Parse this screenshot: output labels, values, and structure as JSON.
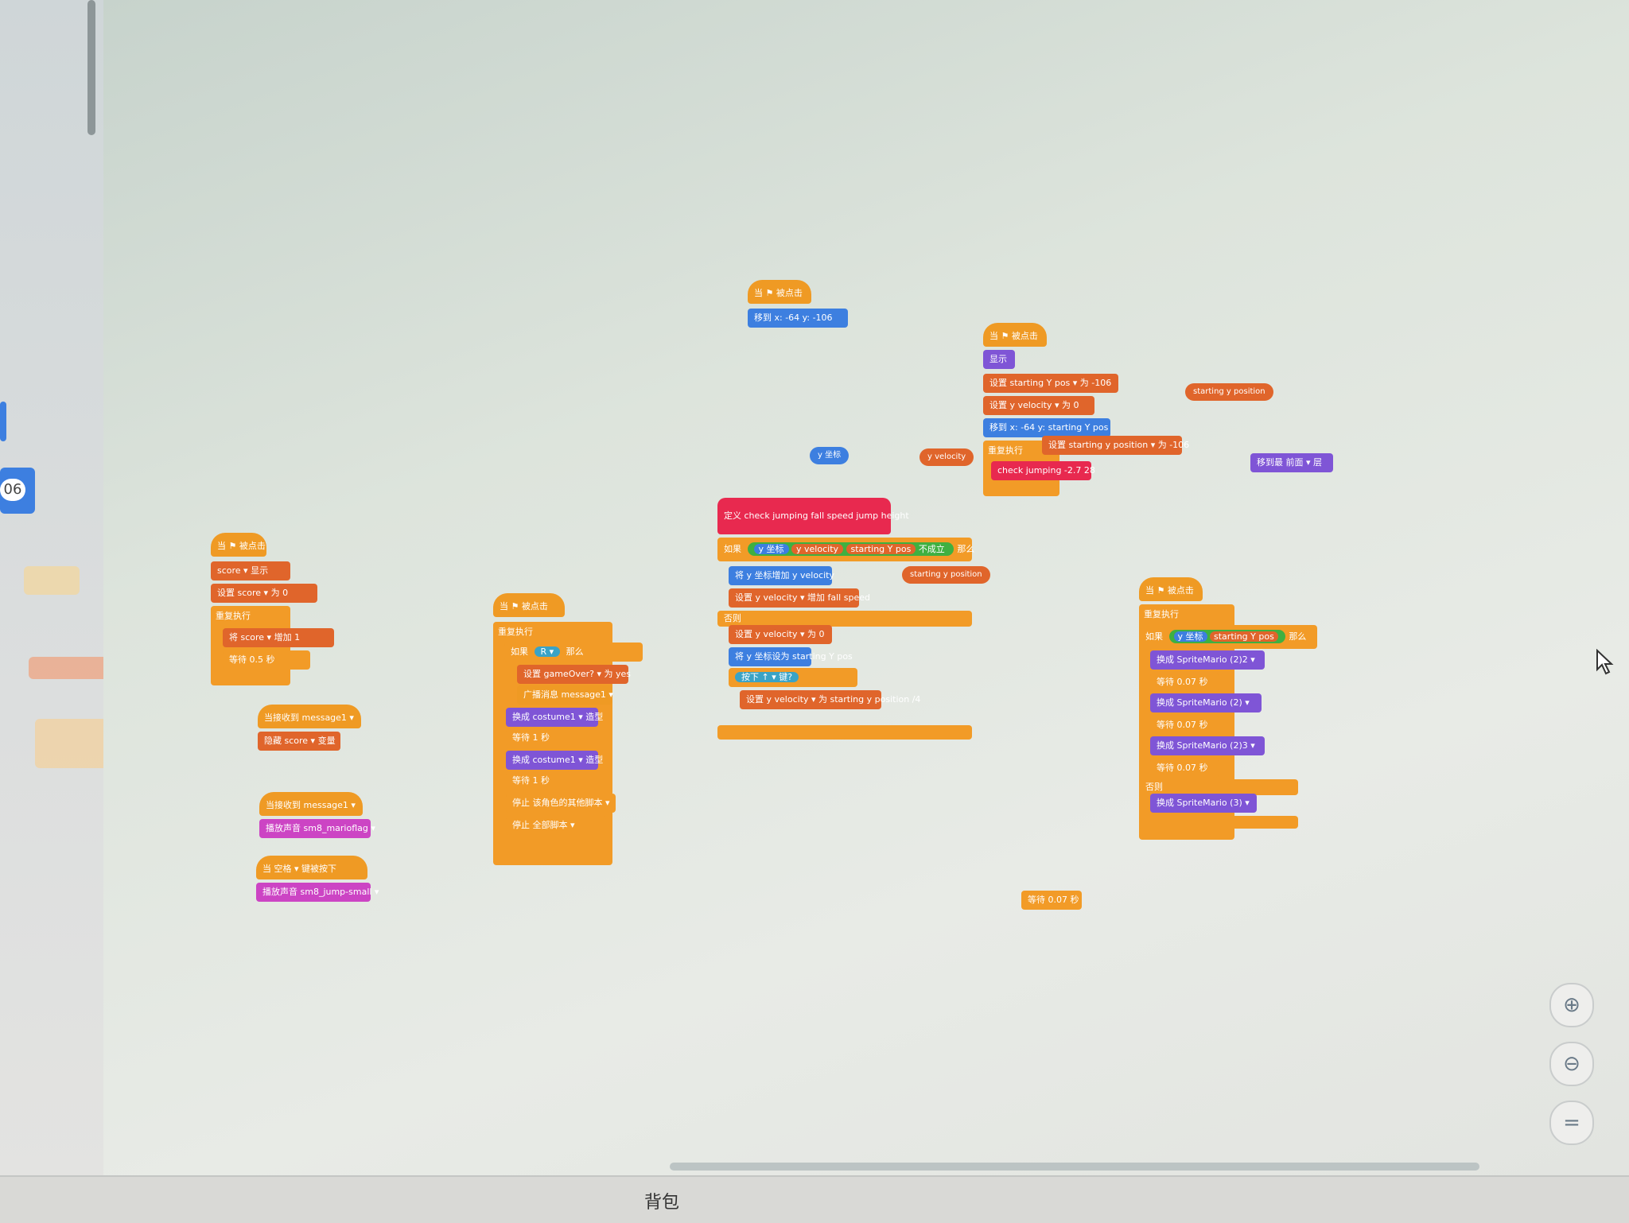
{
  "backpack": {
    "label": "背包"
  },
  "left_panel": {
    "selected_value": "06"
  },
  "scripts": {
    "script_a": {
      "hat": "当 ⚑ 被点击",
      "set_score": "设置 score ▾ 为 0",
      "score_label": "score ▾",
      "show": "显示",
      "forever": "重复执行",
      "change_score": "将 score ▾ 增加 1",
      "wait": "等待 0.5 秒",
      "wait_value": "0.5"
    },
    "script_b": {
      "hat": "当接收到 message1 ▾",
      "body": "隐藏 score ▾ 变量"
    },
    "script_c": {
      "hat": "当接收到 message1 ▾",
      "body": "播放声音 sm8_marioflag ▾"
    },
    "script_d": {
      "hat": "当 空格 ▾ 键被按下",
      "body": "播放声音 sm8_jump-small ▾"
    },
    "script_e": {
      "hat": "当 ⚑ 被点击",
      "forever": "重复执行",
      "if_label": "如果",
      "key_r": "R ▾",
      "then": "那么",
      "set_gameover": "设置 gameOver? ▾ 为 yes",
      "broadcast": "广播消息 message1 ▾",
      "costume1": "换成 costume1 ▾ 造型",
      "wait1": "等待 1 秒",
      "costume2": "换成 costume1 ▾ 造型",
      "wait2": "等待 1 秒",
      "stop_others": "停止 该角色的其他脚本 ▾",
      "stop_all": "停止 全部脚本 ▾"
    },
    "script_f": {
      "hat": "当 ⚑ 被点击",
      "goto": "移到 x: -64 y: -106",
      "x": "-64",
      "y": "-106"
    },
    "script_g": {
      "hat": "当 ⚑ 被点击",
      "show": "显示",
      "set_starting_ypos": "设置 starting Y pos ▾ 为 -106",
      "set_yvelocity": "设置 y velocity ▾ 为 0",
      "goto": "移到 x: -64 y: starting Y pos",
      "forever": "重复执行",
      "set_starting_yposition": "设置 starting y position ▾ 为 -106",
      "check_jumping": "check jumping -2.7 28"
    },
    "define_block": {
      "define": "定义 check jumping fall speed jump height",
      "if_label": "如果",
      "y_pos": "y 坐标",
      "y_velocity": "y velocity",
      "starting_ypos": "starting Y pos",
      "not_less": "不成立",
      "then": "那么",
      "change_y": "将 y 坐标增加 y velocity",
      "set_yvel_fall": "设置 y velocity ▾ 增加 fall speed",
      "else": "否则",
      "set_yvel_zero": "设置 y velocity ▾ 为 0",
      "set_y": "将 y 坐标设为 starting Y pos",
      "key_up": "按下 ↑ ▾ 键?",
      "set_yvel_jump": "设置 y velocity ▾ 为 starting y position /4",
      "starting_y_position": "starting y position"
    },
    "script_h": {
      "hat": "当 ⚑ 被点击",
      "forever": "重复执行",
      "if_label": "如果",
      "y_pos": "y 坐标",
      "starting_ypos": "starting Y pos",
      "then": "那么",
      "costume1": "换成 SpriteMario (2)2 ▾",
      "wait1": "等待 0.07 秒",
      "costume2": "换成 SpriteMario (2) ▾",
      "wait2": "等待 0.07 秒",
      "costume3": "换成 SpriteMario (2)3 ▾",
      "wait3": "等待 0.07 秒",
      "else": "否则",
      "costume4": "换成 SpriteMario (3) ▾"
    },
    "loose": {
      "y_pos_reporter": "y 坐标",
      "y_velocity_reporter": "y velocity",
      "starting_y_position_reporter": "starting y position",
      "layer_block": "移到最 前面 ▾ 层",
      "wait_block": "等待 0.07 秒"
    }
  },
  "zoom": {
    "zoom_in": "⊕",
    "zoom_out": "⊖",
    "reset": "="
  },
  "colors": {
    "events": "#ef9a24",
    "control": "#f29b27",
    "variables": "#e0652b",
    "motion": "#3d7fe0",
    "looks": "#7f55d6",
    "sound": "#cc44c4",
    "myblock": "#e8294f",
    "operators": "#3fb041",
    "sensing": "#3aa3c6"
  }
}
